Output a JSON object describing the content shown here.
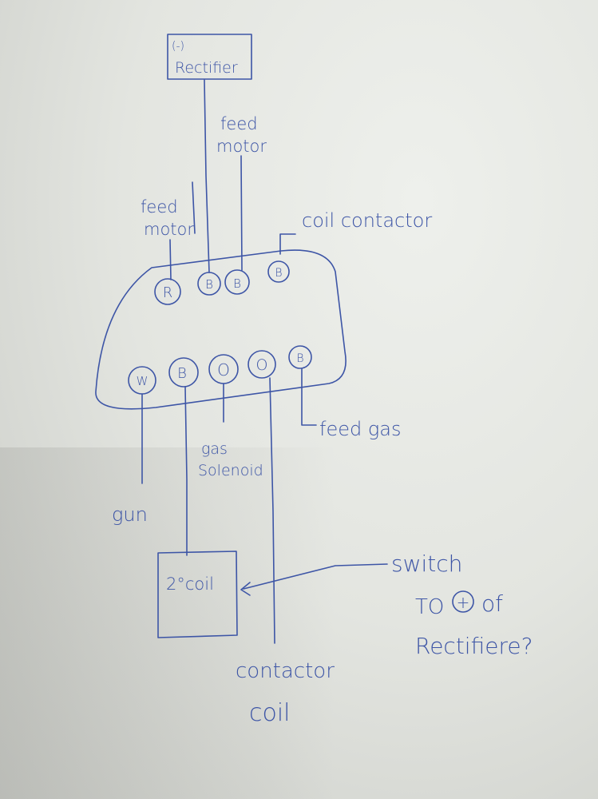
{
  "diagram": {
    "rectifier_box": {
      "polarity": "(-)",
      "label": "Rectifier"
    },
    "labels": {
      "feed_motor_top": [
        "feed",
        "motor"
      ],
      "feed_motor_left": [
        "feed",
        "motor"
      ],
      "coil_contactor": "coil contactor",
      "feed_gas": "feed gas",
      "gas_solenoid": [
        "gas",
        "Solenoid"
      ],
      "gun": "gun",
      "contactor_coil": [
        "contactor",
        "coil"
      ],
      "switch_note": [
        "switch",
        "TO",
        "of",
        "Rectifiere?"
      ],
      "plus_symbol": "+"
    },
    "connector_top_row": [
      "R",
      "B",
      "B",
      "B"
    ],
    "connector_bottom_row": [
      "W",
      "B",
      "O",
      "O",
      "B"
    ],
    "secondary_coil_box": {
      "label": "2°coil"
    },
    "ink_color": "#3d55a6",
    "paper_color": "#e4e6e1"
  }
}
